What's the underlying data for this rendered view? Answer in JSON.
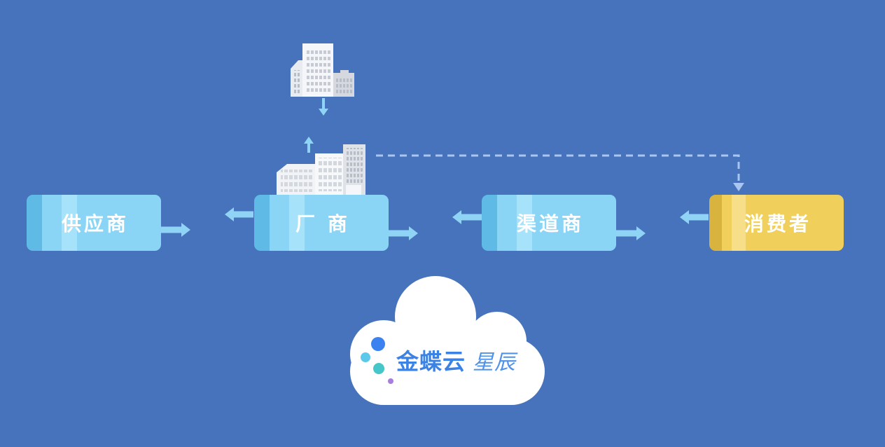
{
  "nodes": [
    {
      "label": "供应商"
    },
    {
      "label": "厂 商"
    },
    {
      "label": "渠道商"
    },
    {
      "label": "消费者"
    }
  ],
  "logo": {
    "brand": "金蝶云",
    "product": "星辰"
  },
  "icons": [
    "office-building-icon",
    "factory-icon",
    "cloud-icon"
  ],
  "colors": {
    "background": "#4673bc",
    "node": "#8ad5f6",
    "node_dark": "#5fbbe6",
    "node_light": "#a6e2fa",
    "consumer": "#f0d05a",
    "consumer_dark": "#d8b43e",
    "consumer_light": "#f6df88",
    "arrow": "#8fd4f4",
    "dashed_link": "#aac5ef",
    "logo_blue": "#3b82e4",
    "logo_blue_light": "#4f92ea"
  }
}
